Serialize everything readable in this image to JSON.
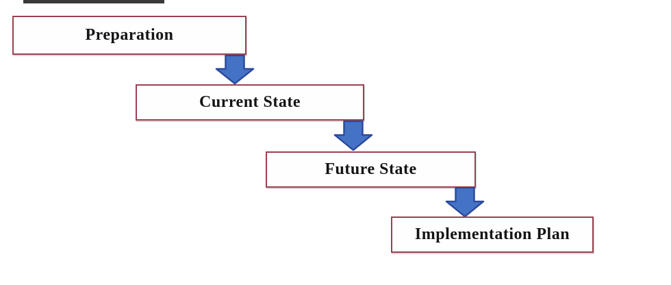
{
  "diagram": {
    "steps": [
      {
        "id": "preparation",
        "label": "Preparation"
      },
      {
        "id": "current-state",
        "label": "Current State"
      },
      {
        "id": "future-state",
        "label": "Future State"
      },
      {
        "id": "implementation-plan",
        "label": "Implementation Plan"
      }
    ],
    "arrows": [
      {
        "icon": "down-arrow-icon",
        "from": "Preparation",
        "to": "Current State"
      },
      {
        "icon": "down-arrow-icon",
        "from": "Current State",
        "to": "Future State"
      },
      {
        "icon": "down-arrow-icon",
        "from": "Future State",
        "to": "Implementation Plan"
      }
    ]
  },
  "colors": {
    "bg": "#ffffff",
    "box_border": "#9c4050",
    "box_fill": "#fffefe",
    "text": "#141414",
    "arrow_fill": "#4472c4",
    "arrow_stroke": "#2b4a9c",
    "top_bar": "#3a3a3a"
  }
}
